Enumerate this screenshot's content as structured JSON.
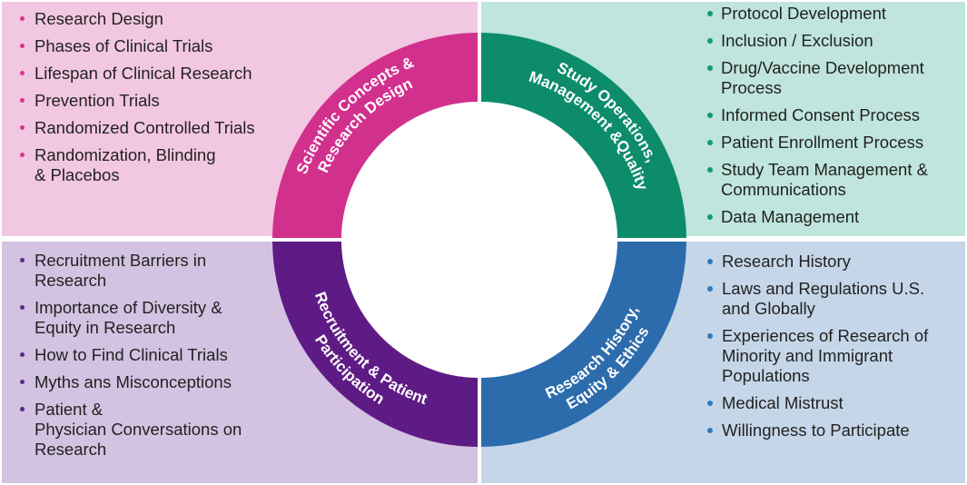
{
  "colors": {
    "scientific": "#d2308d",
    "operations": "#0d8c6c",
    "recruitment": "#5f1b85",
    "history": "#2c6cac",
    "center": "#ffffff"
  },
  "segments": {
    "scientific": [
      "Scientific Concepts &",
      "Research Design"
    ],
    "operations": [
      "Study Operations,",
      "Management &Quality"
    ],
    "recruitment": [
      "Recruitment & Patient",
      "Participation"
    ],
    "history": [
      "Research History,",
      "Equity & Ethics"
    ]
  },
  "lists": {
    "top_left": [
      [
        "Research Design"
      ],
      [
        "Phases of Clinical Trials"
      ],
      [
        "Lifespan of Clinical Research"
      ],
      [
        "Prevention Trials"
      ],
      [
        "Randomized Controlled Trials"
      ],
      [
        "Randomization, Blinding",
        "& Placebos"
      ]
    ],
    "top_right": [
      [
        "Protocol Development"
      ],
      [
        "Inclusion / Exclusion"
      ],
      [
        "Drug/Vaccine Development",
        "Process"
      ],
      [
        "Informed Consent Process"
      ],
      [
        "Patient Enrollment Process"
      ],
      [
        "Study Team Management &",
        "Communications"
      ],
      [
        "Data Management"
      ]
    ],
    "bottom_left": [
      [
        "Recruitment Barriers in",
        "Research"
      ],
      [
        "Importance of Diversity &",
        "Equity in Research"
      ],
      [
        "How to Find Clinical Trials"
      ],
      [
        "Myths ans Misconceptions"
      ],
      [
        "Patient &",
        "Physician Conversations on",
        "Research"
      ]
    ],
    "bottom_right": [
      [
        "Research History"
      ],
      [
        "Laws and Regulations U.S.",
        "and Globally"
      ],
      [
        "Experiences of Research of",
        "Minority and Immigrant",
        "Populations"
      ],
      [
        "Medical Mistrust"
      ],
      [
        "Willingness to Participate"
      ]
    ]
  }
}
